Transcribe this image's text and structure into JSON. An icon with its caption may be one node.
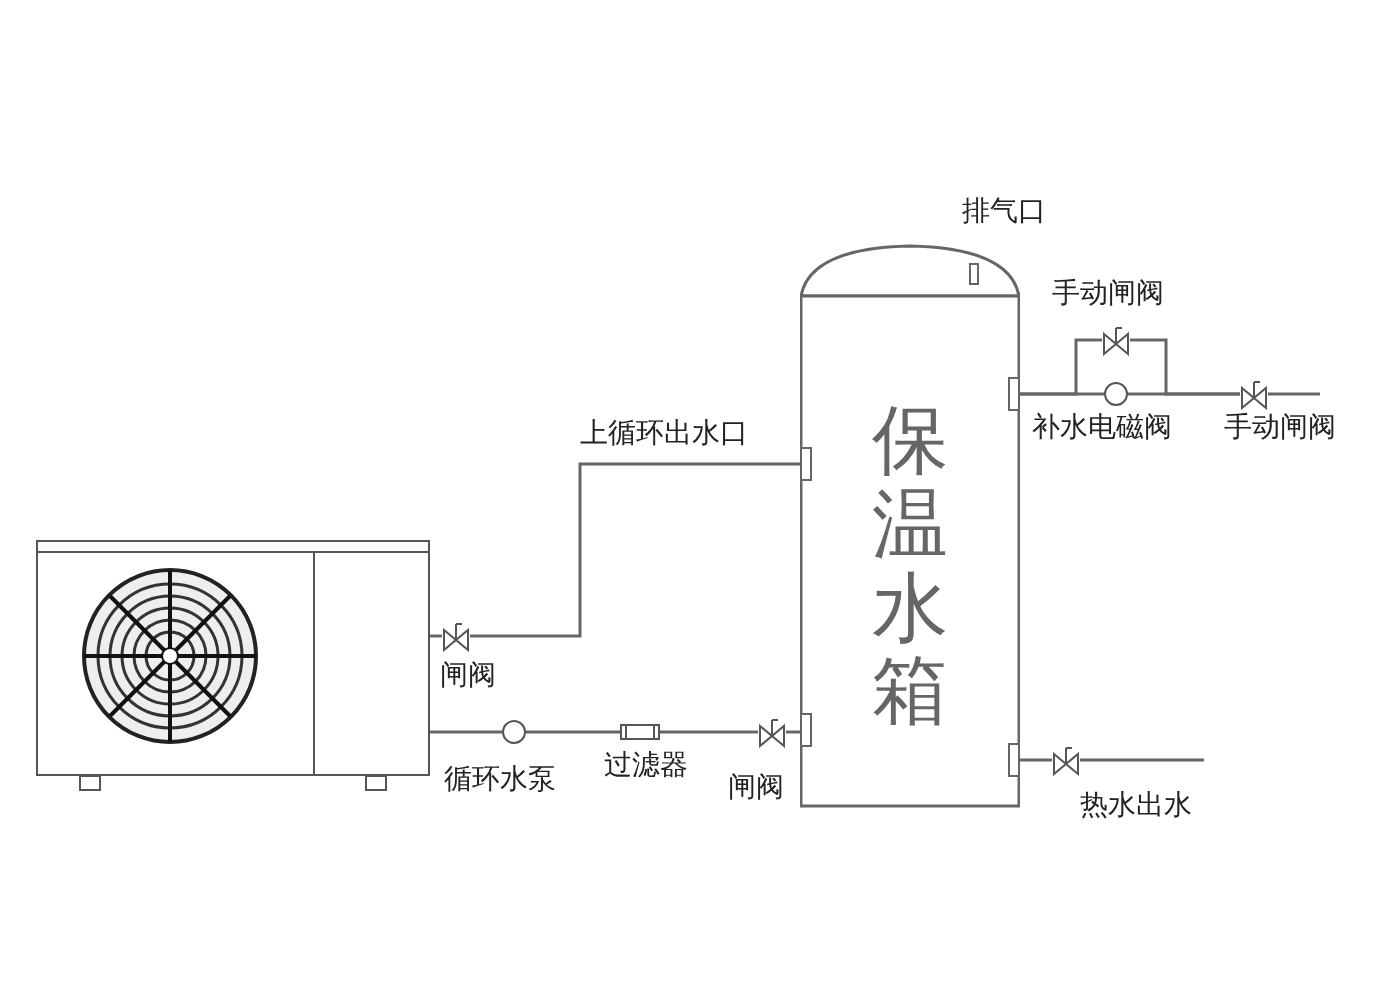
{
  "diagram": {
    "nodes": [
      {
        "text": [],
        "shape": "picture"
      },
      {
        "text": [
          "保温水箱"
        ]
      },
      {
        "text": [],
        "shape": "valve",
        "beside": [
          "闸阀"
        ]
      },
      {
        "text": [],
        "shape": "circle",
        "beside": [
          "循环水泵"
        ]
      },
      {
        "text": [],
        "shape": "box",
        "beside": [
          "过滤器"
        ]
      },
      {
        "text": [],
        "shape": "valve",
        "beside": [
          "闸阀"
        ]
      },
      {
        "text": [],
        "shape": "circle",
        "beside": [
          "补水电磁阀"
        ]
      },
      {
        "text": [],
        "shape": "valve",
        "beside": [
          "手动闸阀"
        ]
      },
      {
        "text": [],
        "shape": "valve",
        "beside": [
          "手动闸阀"
        ]
      },
      {
        "text": [],
        "shape": "valve"
      }
    ],
    "edges": [
      {
        "from": 0,
        "to": 2,
        "arrow": "none"
      },
      {
        "from": 2,
        "to": 1,
        "arrow": "none"
      },
      {
        "from": 0,
        "to": 3,
        "arrow": "none"
      },
      {
        "from": 3,
        "to": 4,
        "arrow": "none"
      },
      {
        "from": 4,
        "to": 5,
        "arrow": "none"
      },
      {
        "from": 5,
        "to": 1,
        "arrow": "none"
      },
      {
        "from": 1,
        "to": 6,
        "arrow": "none"
      },
      {
        "from": 6,
        "to": 8,
        "arrow": "none"
      },
      {
        "from": 1,
        "to": 7,
        "arrow": "none"
      },
      {
        "from": 7,
        "to": 8,
        "arrow": "none"
      },
      {
        "from": 8,
        "to": null,
        "arrow": "none"
      },
      {
        "from": 1,
        "to": 9,
        "arrow": "none"
      },
      {
        "from": 9,
        "to": null,
        "arrow": "none"
      }
    ],
    "labels": [
      "排气口",
      "上循环出水口",
      "热水出水"
    ]
  }
}
